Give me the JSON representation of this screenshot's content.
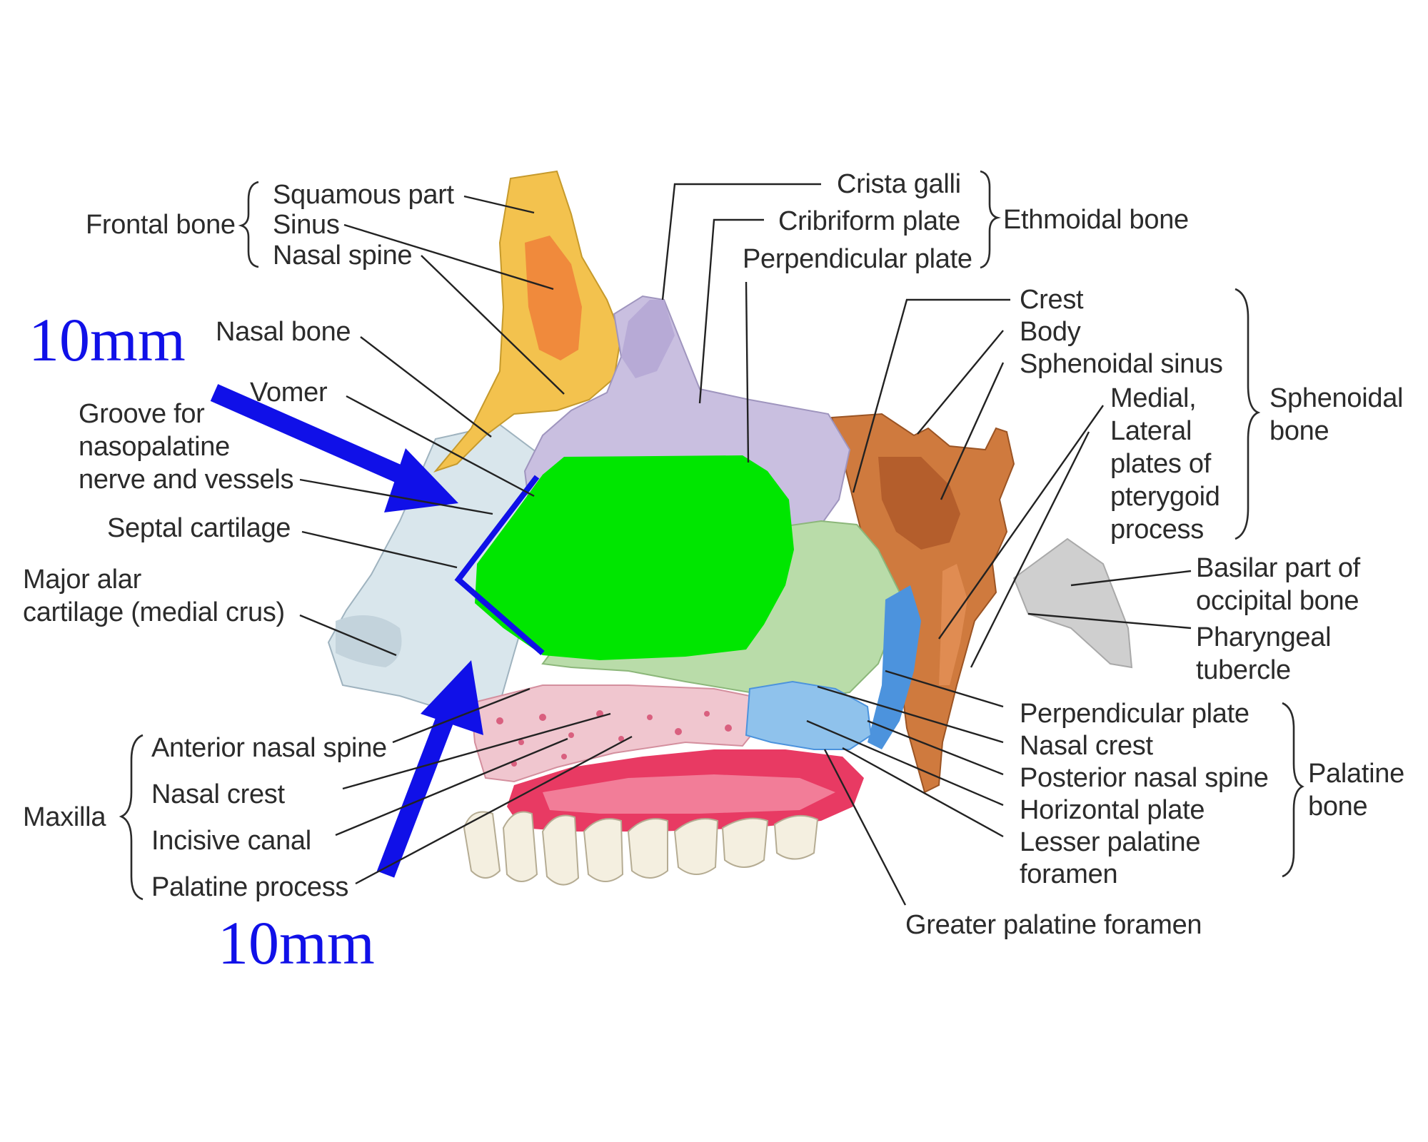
{
  "colors": {
    "frontal_bone": "#f3c24e",
    "frontal_sinus": "#f08a3c",
    "ethmoid": "#c9bfe0",
    "septal_cartilage": "#cfdde6",
    "nose_skin": "#d9e6ec",
    "vomer": "#b9dca9",
    "sphenoid": "#cf7a3e",
    "occipital": "#cfcfcf",
    "maxilla": "#f0c6cf",
    "palate": "#e83a63",
    "palatine": "#8fc2ec",
    "highlight_green": "#00e600",
    "marker_blue": "#1010e8"
  },
  "annotations": {
    "measure_top": "10mm",
    "measure_bottom": "10mm"
  },
  "labels": {
    "frontal_bone": "Frontal bone",
    "squamous_part": "Squamous part",
    "sinus": "Sinus",
    "nasal_spine": "Nasal spine",
    "crista_galli": "Crista galli",
    "cribriform_plate": "Cribriform plate",
    "perpendicular_plate_ethmoid": "Perpendicular plate",
    "ethmoidal_bone": "Ethmoidal bone",
    "nasal_bone": "Nasal bone",
    "vomer": "Vomer",
    "groove_line1": "Groove for",
    "groove_line2": "nasopalatine",
    "groove_line3": "nerve and vessels",
    "septal_cartilage": "Septal cartilage",
    "major_alar_line1": "Major alar",
    "major_alar_line2": "cartilage (medial crus)",
    "crest": "Crest",
    "body": "Body",
    "sphenoidal_sinus": "Sphenoidal sinus",
    "medial": "Medial,",
    "lateral": "Lateral",
    "plates_of": "plates of",
    "pterygoid": "pterygoid",
    "process": "process",
    "sphenoidal_bone_line1": "Sphenoidal",
    "sphenoidal_bone_line2": "bone",
    "basilar_line1": "Basilar part of",
    "basilar_line2": "occipital bone",
    "pharyngeal_line1": "Pharyngeal",
    "pharyngeal_line2": "tubercle",
    "perpendicular_plate_palatine": "Perpendicular plate",
    "nasal_crest_palatine": "Nasal crest",
    "posterior_nasal_spine": "Posterior nasal spine",
    "horizontal_plate": "Horizontal plate",
    "lesser_palatine_line1": "Lesser palatine",
    "lesser_palatine_line2": "foramen",
    "palatine_bone_line1": "Palatine",
    "palatine_bone_line2": "bone",
    "greater_palatine_foramen": "Greater palatine foramen",
    "anterior_nasal_spine": "Anterior nasal spine",
    "nasal_crest_maxilla": "Nasal crest",
    "incisive_canal": "Incisive canal",
    "palatine_process": "Palatine process",
    "maxilla": "Maxilla"
  }
}
